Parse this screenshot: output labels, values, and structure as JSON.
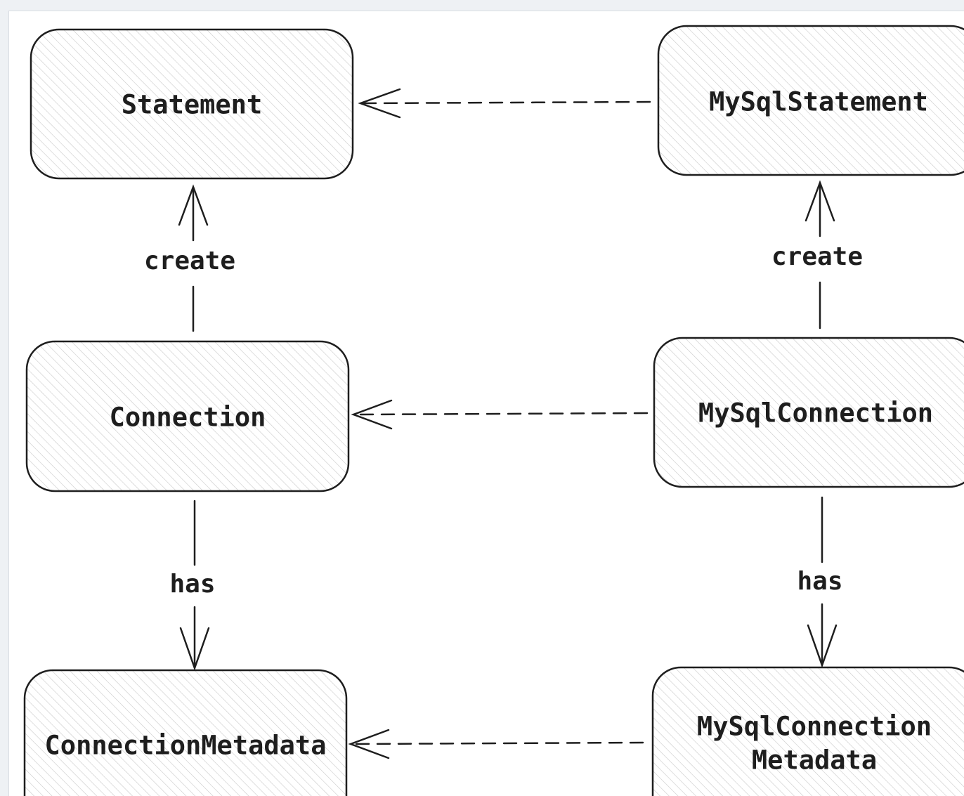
{
  "nodes": {
    "statement": "Statement",
    "mysql_statement": "MySqlStatement",
    "connection": "Connection",
    "mysql_connection": "MySqlConnection",
    "connection_metadata": "ConnectionMetadata",
    "mysql_connection_metadata_line1": "MySqlConnection",
    "mysql_connection_metadata_line2": "Metadata"
  },
  "edges": {
    "create_left": "create",
    "create_right": "create",
    "has_left": "has",
    "has_right": "has"
  }
}
